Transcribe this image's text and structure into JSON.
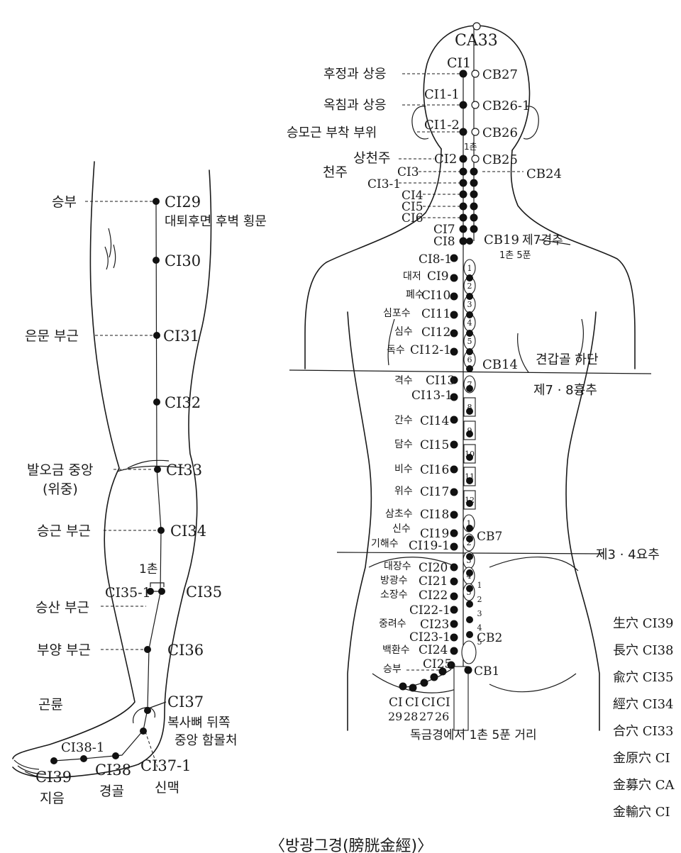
{
  "caption": "〈방광그경(膀胱金經)〉",
  "leg": {
    "spot_labels": {
      "seungbu": "승부",
      "eunmun": "은문 부근",
      "balogeum": "발오금 중앙",
      "wijung": "(위중)",
      "seunggeun": "승근 부근",
      "seungsan": "승산 부근",
      "buyang": "부양 부근",
      "gollyun": "곤륜",
      "chon1": "1촌"
    },
    "points": {
      "ci29": "CI29",
      "ci29_note": "대퇴후면 후벽 횡문",
      "ci30": "CI30",
      "ci31": "CI31",
      "ci32": "CI32",
      "ci33": "CI33",
      "ci34": "CI34",
      "ci35_1": "CI35-1",
      "ci35": "CI35",
      "ci36": "CI36",
      "ci37": "CI37",
      "ci37_note1": "복사뼈 뒤쪽",
      "ci37_note2": "중앙 함몰처",
      "ci38_1": "CI38-1",
      "ci38": "CI38",
      "ci38_name": "경골",
      "ci39": "CI39",
      "ci39_name": "지음",
      "ci37_1": "CI37-1",
      "ci37_1_name": "신맥"
    }
  },
  "back": {
    "head": {
      "ca33": "CA33",
      "ci1": "CI1",
      "cb27": "CB27",
      "ci1_1": "CI1-1",
      "cb26_1": "CB26-1",
      "ci1_2": "CI1-2",
      "cb26": "CB26",
      "chon1": "1촌",
      "ci2": "CI2",
      "cb25": "CB25",
      "cb24": "CB24",
      "hujeong": "후정과 상응",
      "okchim": "옥침과 상응",
      "seungmo": "승모근 부착 부위",
      "sangcheonju": "상천주",
      "cheonju": "천주"
    },
    "neck": {
      "ci3": "CI3",
      "ci3_1": "CI3-1",
      "ci4": "CI4",
      "ci5": "CI5",
      "ci6": "CI6",
      "ci7": "CI7",
      "ci8": "CI8",
      "cb19": "CB19",
      "c7": "제7경추",
      "dist": "1촌 5푼"
    },
    "trunk": {
      "ci8_1": "CI8-1",
      "daejeo": "대저",
      "ci9": "CI9",
      "pyesu": "폐수",
      "ci10": "CI10",
      "simposu": "심포수",
      "ci11": "CI11",
      "simsu": "심수",
      "ci12": "CI12",
      "doksu": "독수",
      "ci12_1": "CI12-1",
      "cb14": "CB14",
      "scapula": "견갑골 하단",
      "t78": "제7 · 8흉추",
      "gyeoksu": "격수",
      "ci13": "CI13",
      "ci13_1": "CI13-1",
      "gansu": "간수",
      "ci14": "CI14",
      "damsu": "담수",
      "ci15": "CI15",
      "bisu": "비수",
      "ci16": "CI16",
      "wisu": "위수",
      "ci17": "CI17",
      "samchosu": "삼초수",
      "ci18": "CI18",
      "sinsu": "신수",
      "ci19": "CI19",
      "cb7": "CB7",
      "gihaesu": "기해수",
      "ci19_1": "CI19-1",
      "l34": "제3 · 4요추",
      "daejangsu": "대장수",
      "ci20": "CI20",
      "banggwangsu": "방광수",
      "ci21": "CI21",
      "sojangsu": "소장수",
      "ci22": "CI22",
      "ci22_1": "CI22-1",
      "jungryeosu": "중려수",
      "ci23": "CI23",
      "ci23_1": "CI23-1",
      "cb2": "CB2",
      "baekhwansu": "백환수",
      "ci24": "CI24",
      "ci25": "CI25",
      "cb1": "CB1",
      "seungbu": "승부",
      "bottom_ci": [
        "CI",
        "CI",
        "CI",
        "CI"
      ],
      "bottom_nums": [
        "29",
        "28",
        "27",
        "26"
      ],
      "dokgeum": "독금경에서 1촌 5푼 거리"
    },
    "vertebrae": [
      "1",
      "2",
      "3",
      "4",
      "5",
      "6",
      "7",
      "8",
      "9",
      "10",
      "11",
      "12",
      "1",
      "2",
      "3",
      "4",
      "5",
      "1",
      "2",
      "3",
      "4",
      "5"
    ]
  },
  "legend": [
    "生穴 CI39",
    "長穴 CI38",
    "兪穴 CI35",
    "經穴 CI34",
    "合穴 CI33",
    "金原穴 CI",
    "金募穴 CA",
    "金輸穴 CI"
  ]
}
